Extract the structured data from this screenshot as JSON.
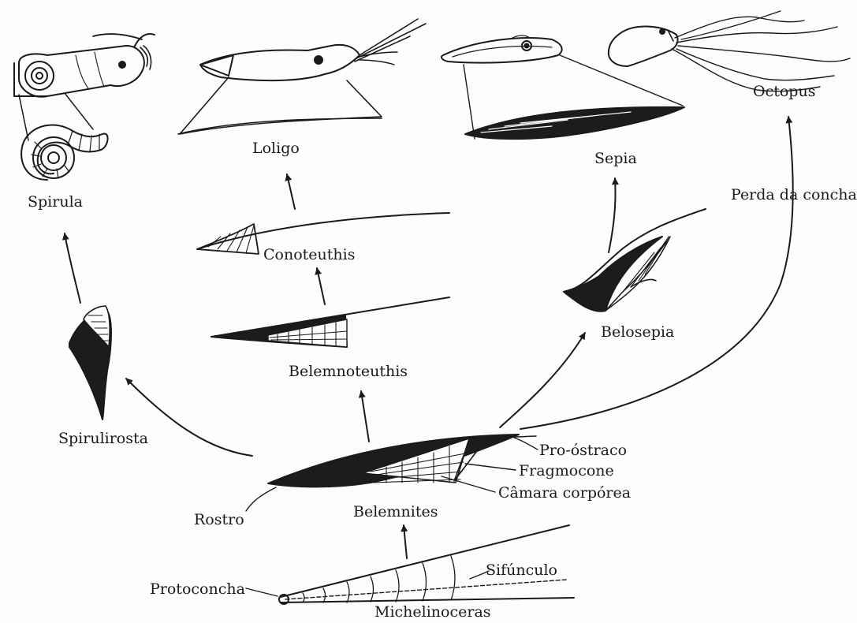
{
  "taxa": {
    "spirula": "Spirula",
    "loligo": "Loligo",
    "sepia": "Sepia",
    "octopus": "Octopus",
    "conoteuthis": "Conoteuthis",
    "belemnoteuthis": "Belemnoteuthis",
    "belosepia": "Belosepia",
    "spirulirosta": "Spirulirosta",
    "belemnites": "Belemnites",
    "michelinoceras": "Michelinoceras"
  },
  "parts": {
    "pro_ostraco": "Pro-óstraco",
    "fragmocone": "Fragmocone",
    "camara_corporea": "Câmara corpórea",
    "rostro": "Rostro",
    "sifunculo": "Sifúnculo",
    "protoconcha": "Protoconcha"
  },
  "annotations": {
    "perda_da_concha": "Perda da concha"
  },
  "colors": {
    "ink": "#1a1a1a",
    "fill_dark": "#1c1c1c",
    "paper": "#fdfdfc"
  }
}
